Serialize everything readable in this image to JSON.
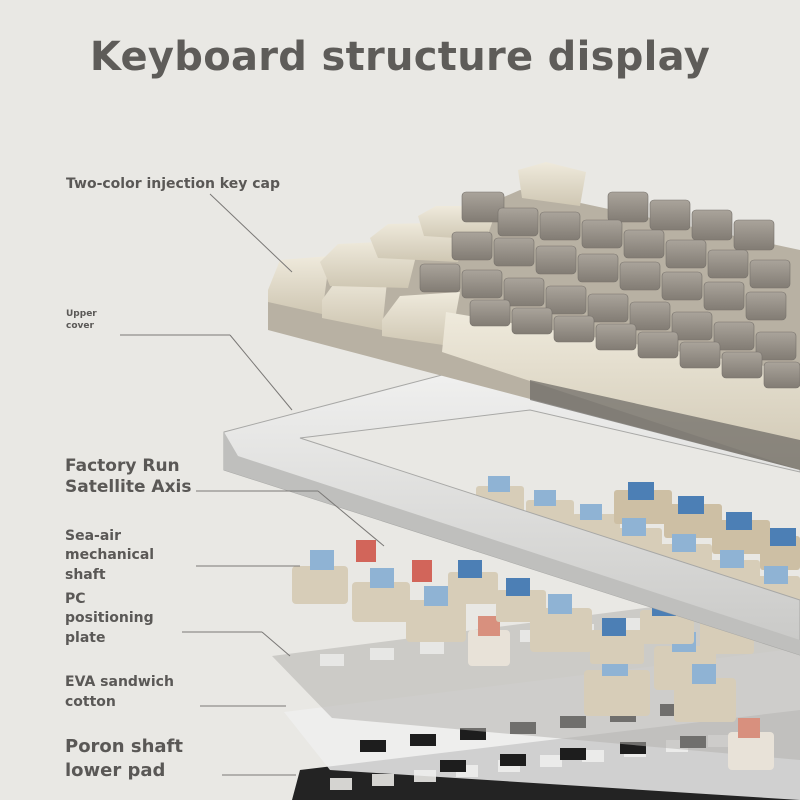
{
  "title": "Keyboard structure display",
  "labels": {
    "keycap": "Two-color injection key cap",
    "upper_cover": [
      "Upper",
      "cover"
    ],
    "satellite_axis": [
      "Factory Run",
      "Satellite Axis"
    ],
    "sea_air": [
      "Sea-air",
      "mechanical",
      "shaft"
    ],
    "pc_plate": [
      "PC",
      "positioning",
      "plate"
    ],
    "eva": [
      "EVA sandwich",
      "cotton"
    ],
    "poron": [
      "Poron shaft",
      "lower pad"
    ]
  },
  "colors": {
    "background": "#e9e8e4",
    "text": "#5a5856",
    "keycap_cream": "#dcd6c6",
    "keycap_grey": "#9a948c",
    "switch_blue": "#8fb3d4",
    "switch_red": "#d8907e",
    "switch_housing": "#d7cdb8",
    "plate": "#b9b7b4",
    "pad": "#2a2a2a"
  }
}
